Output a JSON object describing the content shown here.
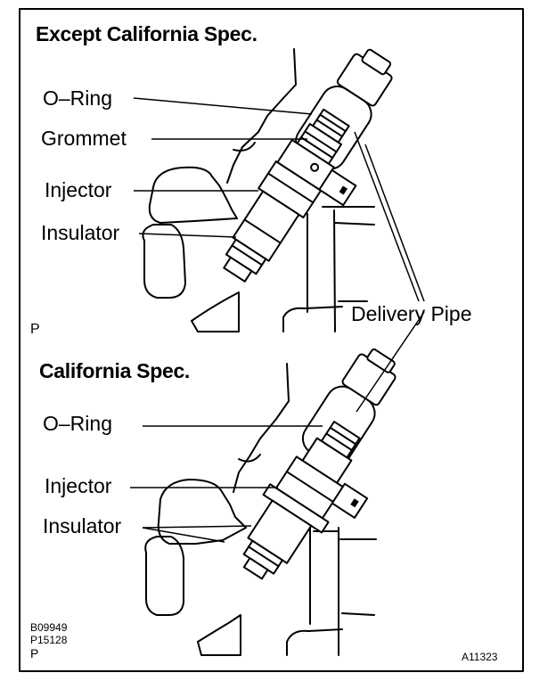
{
  "top_panel": {
    "heading": "Except California Spec.",
    "labels": {
      "o_ring": "O–Ring",
      "grommet": "Grommet",
      "injector": "Injector",
      "insulator": "Insulator",
      "delivery_pipe": "Delivery Pipe"
    },
    "page_mark": "P"
  },
  "bottom_panel": {
    "heading": "California Spec.",
    "labels": {
      "o_ring": "O–Ring",
      "injector": "Injector",
      "insulator": "Insulator"
    }
  },
  "codes": {
    "code1": "B09949",
    "code2": "P15128",
    "page_mark": "P",
    "figure_id": "A11323"
  }
}
